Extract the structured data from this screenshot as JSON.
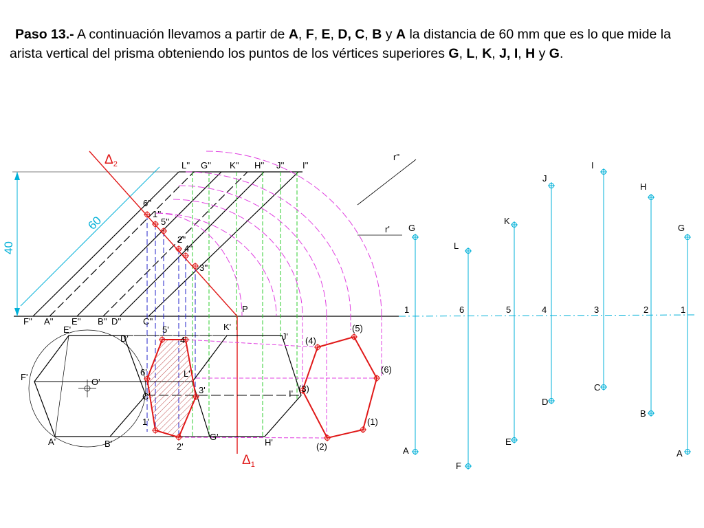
{
  "caption": {
    "step": "Paso 13.-",
    "t1": " A continuación llevamos a partir de ",
    "A": "A",
    "F": "F",
    "E": "E",
    "D": "D,",
    "C": "C",
    "B": "B",
    "A2": "A",
    "sep": ", ",
    "y": " y ",
    "t2": " la distancia de 60 mm que es lo que mide la arista vertical del prisma obteniendo los puntos de los vértices superiores ",
    "G": "G",
    "L": "L",
    "K": "K",
    "J": "J,",
    "I": "I",
    "H": "H",
    "G2": "G",
    "end": "."
  },
  "dims": {
    "d40": "40",
    "d60": "60"
  },
  "delta2": {
    "main": "Δ",
    "sub": "2"
  },
  "delta1": {
    "main": "Δ",
    "sub": "1"
  },
  "elevation_top": [
    "L''",
    "G''",
    "K''",
    "H''",
    "J''",
    "I''"
  ],
  "elevation_base": [
    "F''",
    "A''",
    "E''",
    "B''",
    "D''",
    "C''"
  ],
  "trace_labels": {
    "r2": "r''",
    "r1": "r'",
    "p": "P"
  },
  "section_elev": [
    "6''",
    "1''",
    "5''",
    "2''",
    "4''",
    "3''"
  ],
  "plan_base": {
    "E": "E'",
    "D": "D'",
    "F": "F'",
    "O": "O'",
    "C": "C'",
    "A": "A'",
    "B": "B'"
  },
  "plan_top": {
    "K": "K'",
    "J": "J'",
    "L": "L'",
    "I": "I'",
    "G": "G'",
    "H": "H'"
  },
  "section_plan": [
    "5'",
    "4'",
    "6'",
    "3'",
    "1'",
    "2'"
  ],
  "true_shape": [
    "(1)",
    "(2)",
    "(3)",
    "(4)",
    "(5)",
    "(6)"
  ],
  "dev_numbers": [
    "1",
    "6",
    "5",
    "4",
    "3",
    "2",
    "1"
  ],
  "dev_top": [
    "G",
    "L",
    "K",
    "J",
    "I",
    "H",
    "G"
  ],
  "dev_bottom": [
    "A",
    "F",
    "E",
    "D",
    "C",
    "B",
    "A"
  ],
  "colors": {
    "red": "#e01818",
    "magenta": "#e040e0",
    "green": "#2ecc2e",
    "blue": "#2020c8",
    "cyan": "#00b0d8",
    "black": "#000000",
    "hatch": "#c05050"
  }
}
